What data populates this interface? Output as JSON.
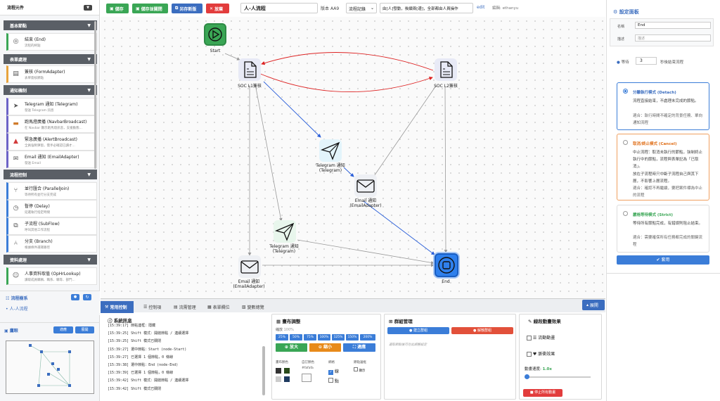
{
  "left": {
    "title": "流程元件",
    "head_btn": "▼",
    "categories": [
      {
        "name": "基本節點",
        "arrow": "▼"
      },
      {
        "name": "表單處理",
        "arrow": "▼"
      },
      {
        "name": "通知機制",
        "arrow": "▼"
      },
      {
        "name": "流程控制",
        "arrow": "▼"
      },
      {
        "name": "資料處理",
        "arrow": "▼"
      }
    ],
    "items": [
      {
        "title": "結束 (End)",
        "desc": "流程的終點",
        "icon": "stop-icon"
      },
      {
        "title": "簽核 (FormAdapter)",
        "desc": "表單簽核節點",
        "icon": "document-icon"
      },
      {
        "title": "Telegram 通知 (Telegram)",
        "desc": "發送 Telegram 訊息",
        "icon": "send-icon"
      },
      {
        "title": "跑馬燈廣播 (NavbarBroadcast)",
        "desc": "在 Navbar 顯示跑馬燈訊息，支援動態...",
        "icon": "marquee-icon"
      },
      {
        "title": "緊急廣播 (AlertBroadcast)",
        "desc": "全員強制彈窗，需手必確認已讀才...",
        "icon": "alert-icon"
      },
      {
        "title": "Email 通知 (EmailAdapter)",
        "desc": "發送 Email",
        "icon": "mail-icon"
      },
      {
        "title": "並行匯合 (ParallelJoin)",
        "desc": "等待所有並行分支完成",
        "icon": "merge-icon"
      },
      {
        "title": "暫停 (Delay)",
        "desc": "延遲執行指定時間",
        "icon": "clock-icon"
      },
      {
        "title": "子流程 (SubFlow)",
        "desc": "呼叫其他工作流程",
        "icon": "subflow-icon"
      },
      {
        "title": "分支 (Branch)",
        "desc": "根據條件選擇路徑",
        "icon": "branch-icon"
      },
      {
        "title": "人事資料取值 (OpHrLookup)",
        "desc": "讀取成員職稱、職系、職等、部門...",
        "icon": "person-icon"
      }
    ],
    "tree_title": "流程樹系",
    "tree_item": "人-人流程",
    "preview_title": "鷹眼",
    "preview_btn1": "適應",
    "preview_btn2": "展開"
  },
  "toolbar": {
    "save": "儲存",
    "save_close": "儲存並關閉",
    "save_as": "另存新版",
    "cancel": "放棄",
    "flow_name": "人-人流程",
    "version_label": "版本",
    "version": "AA9",
    "record_select": "流程記錄",
    "trigger": "由[人]發動，後續兩[邊]，全部都由人員操作",
    "edit": "edit",
    "editor_label": "編輯",
    "editor": "ethanyu"
  },
  "nodes": {
    "start": "Start",
    "l1": "SOC L1簽核",
    "l2": "SOC L2簽核",
    "tg1": "Telegram 通知\n(Telegram)",
    "email1": "Email 通知\n(EmailAdapter)",
    "tg2": "Telegram 通知\n(Telegram)",
    "email2": "Email 通知\n(EmailAdapter)",
    "end": "End"
  },
  "tabs": {
    "t1": "常用控制",
    "t2": "控制項",
    "t3": "流需管理",
    "t4": "表單欄位",
    "t5": "變數總覽",
    "expand": "展開"
  },
  "log": {
    "title": "系統訊息",
    "lines": [
      "[15:39:17] 節點連框：隱藏",
      "[15:39:25] Shift 模式：開啟節點 / 連續選擇",
      "[15:39:25] Shift 模式已關閉",
      "[15:39:27] 選中節點：Start (node-Start)",
      "[15:39:27] 已選擇 1 個節點，0 條線",
      "[15:39:38] 選中節點：End (node-End)",
      "[15:39:39] 已選擇 1 個節點，0 條線",
      "[15:39:42] Shift 模式：開啟節點 / 連續選擇",
      "[15:39:42] Shift 模式已關閉"
    ]
  },
  "zoom": {
    "title": "畫布調整",
    "zoom_label": "縮放",
    "zoom_value": "100%",
    "levels": [
      "25%",
      "50%",
      "75%",
      "100%",
      "125%",
      "150%",
      "200%"
    ],
    "zoom_in": "放大",
    "zoom_out": "縮小",
    "fit": "適應",
    "bg_label": "畫布顏色",
    "custom_label": "自訂顏色",
    "custom_value": "#fafafa",
    "grid_label": "網格",
    "grid_line": "線",
    "grid_dot": "點",
    "border_label": "節點邊框",
    "border_show": "顯示"
  },
  "group": {
    "title": "群組管理",
    "create": "建立群組",
    "delete": "解散群組",
    "hint": "選取節點後可在此調整設定"
  },
  "anim": {
    "title": "線段動畫效果",
    "flow": "流動動畫",
    "pulse": "脈衝效果",
    "speed_label": "動畫速度:",
    "speed": "1.0x",
    "stop": "停止所有動畫"
  },
  "right": {
    "title": "設定面板",
    "name_label": "名稱",
    "name_value": "End",
    "desc_label": "描述",
    "desc_placeholder": "描述",
    "wait_label": "等待",
    "wait_value": "3",
    "wait_suffix": "秒後結束流程",
    "opt1_title": "分離執行模式 (Detach)",
    "opt1_line1": "流程直接結束，不處理未完成的節點。",
    "opt1_line2": "適合：執行時間不確定的背景任務、單向通知流程",
    "opt2_title": "取消/終止模式 (Cancel)",
    "opt2_line1": "中止流程：取消未執行的節點，強制終止執行中的節點，流程與表單記為「已取消」。",
    "opt2_line2": "放在子流程時只中斷子流程自己與其下層，不影響上層流程。",
    "opt2_line3": "適合：確認不再繼續，要把案件標為中止的流程",
    "opt3_title": "嚴格等待模式 (Strict)",
    "opt3_line1": "等待所有節點完成，有錯誤則阻止結束。",
    "opt3_line2": "適合：需要確保所有任務都完成的關鍵流程",
    "apply": "套用"
  }
}
